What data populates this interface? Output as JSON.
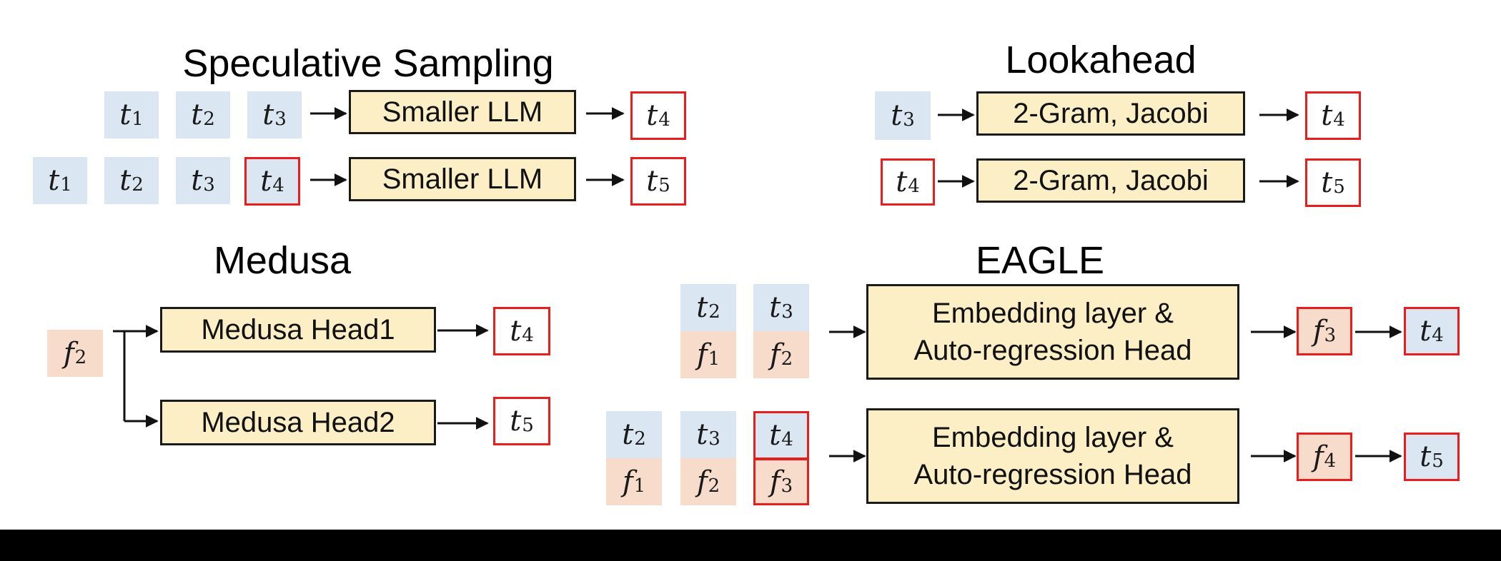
{
  "titles": {
    "speculative": "Speculative Sampling",
    "lookahead": "Lookahead",
    "medusa": "Medusa",
    "eagle": "EAGLE"
  },
  "boxes": {
    "smaller_llm": "Smaller LLM",
    "two_gram": "2-Gram, Jacobi",
    "medusa_head1": "Medusa Head1",
    "medusa_head2": "Medusa Head2",
    "eagle_line1": "Embedding layer &",
    "eagle_line2": "Auto-regression Head"
  },
  "tokens": {
    "t": "t",
    "f": "f",
    "sub1": "1",
    "sub2": "2",
    "sub3": "3",
    "sub4": "4",
    "sub5": "5"
  },
  "colors": {
    "token_t_fill": "#dae6f2",
    "feature_f_fill": "#f8dccb",
    "box_fill": "#fcefc6",
    "highlight_border": "#e61e1e"
  }
}
